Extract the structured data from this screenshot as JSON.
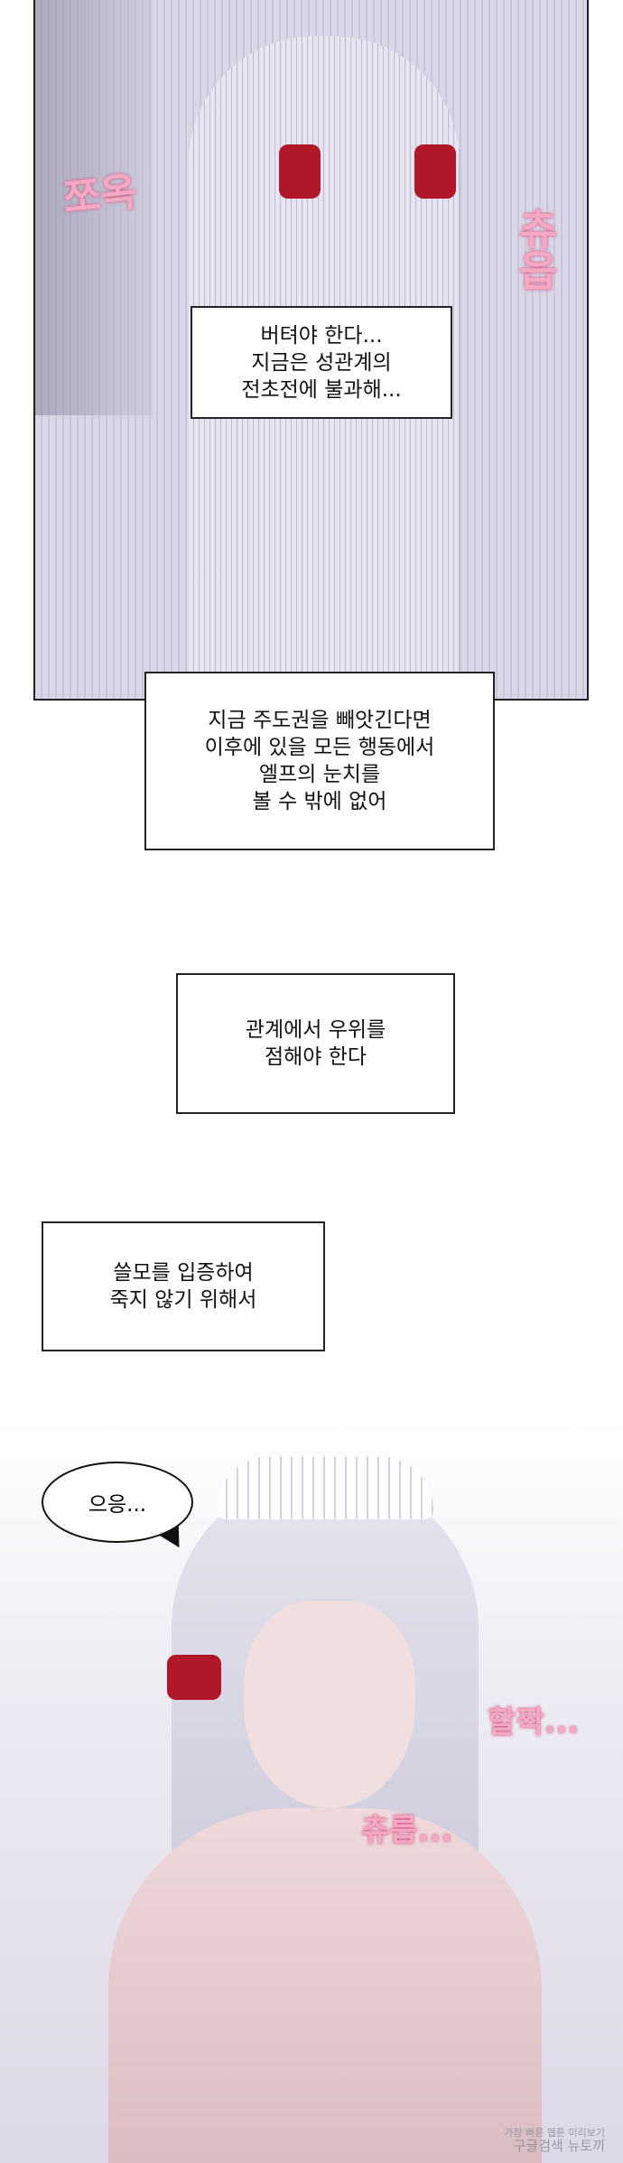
{
  "panel1": {
    "sfx_left": "쪼옥",
    "sfx_right": "츄읍",
    "caption": [
      "버텨야 한다...",
      "지금은 성관계의",
      "전초전에 불과해..."
    ]
  },
  "caption2": [
    "지금 주도권을 빼앗긴다면",
    "이후에 있을 모든 행동에서",
    "엘프의 눈치를",
    "볼 수 밖에 없어"
  ],
  "caption3": [
    "관계에서 우위를",
    "점해야 한다"
  ],
  "caption4": [
    "쓸모를 입증하여",
    "죽지 않기 위해서"
  ],
  "panel2": {
    "speech": "으응...",
    "sfx_1": "할짝...",
    "sfx_2": "츄릅...",
    "watermark": [
      "가장 빠른 웹툰 미리보기",
      "구글검색 뉴토끼"
    ]
  },
  "colors": {
    "sfx": "#f3a9c4",
    "ribbon": "#b0182a",
    "border": "#222222"
  }
}
